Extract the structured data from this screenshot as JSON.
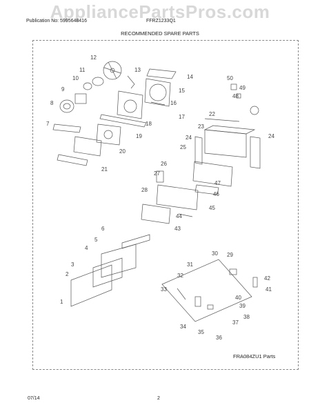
{
  "watermark": "AppliancePartsPros.com",
  "header": {
    "publication": "Publication No: 5995648416",
    "model": "FFRZ1233Q1",
    "heading": "RECOMMENDED SPARE PARTS"
  },
  "diagram": {
    "callouts": [
      "1",
      "2",
      "3",
      "4",
      "5",
      "6",
      "7",
      "8",
      "9",
      "10",
      "11",
      "12",
      "13",
      "14",
      "15",
      "16",
      "17",
      "18",
      "19",
      "20",
      "21",
      "22",
      "23",
      "24",
      "24",
      "25",
      "26",
      "27",
      "28",
      "29",
      "30",
      "31",
      "32",
      "33",
      "34",
      "35",
      "36",
      "37",
      "38",
      "39",
      "40",
      "41",
      "42",
      "43",
      "44",
      "45",
      "46",
      "47",
      "48",
      "49",
      "50"
    ],
    "parts_label": "FRA084ZU1 Parts"
  },
  "footer": {
    "date": "07/14",
    "page": "2"
  }
}
